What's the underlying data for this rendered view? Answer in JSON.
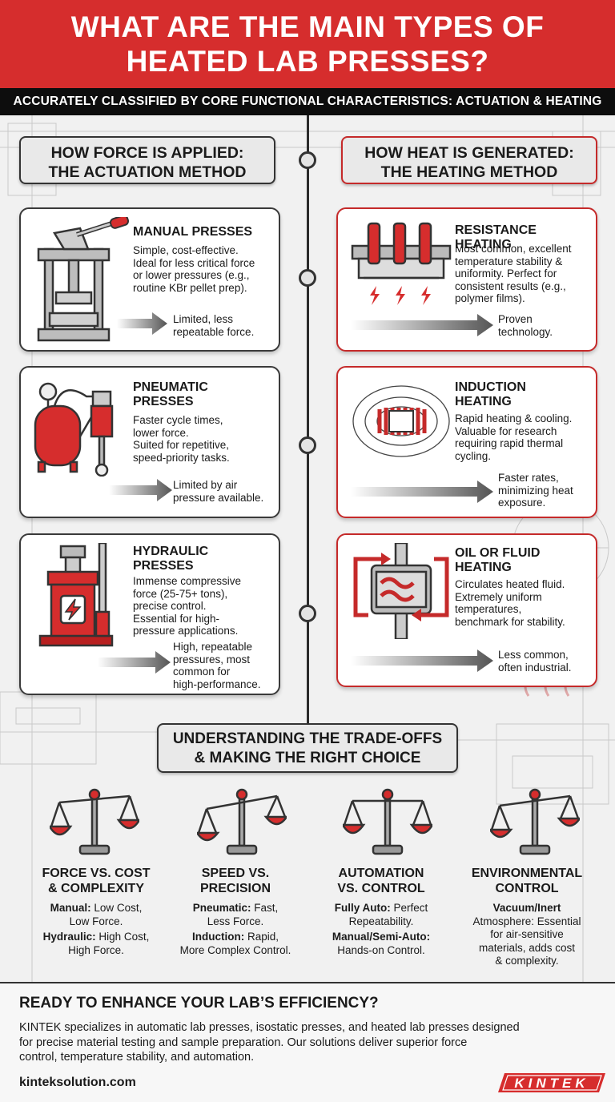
{
  "header": {
    "title_line1": "WHAT ARE THE MAIN TYPES OF",
    "title_line2": "HEATED LAB PRESSES?",
    "subtitle": "ACCURATELY CLASSIFIED BY CORE FUNCTIONAL CHARACTERISTICS: ACTUATION & HEATING"
  },
  "left_section": {
    "heading_line1": "HOW FORCE IS APPLIED:",
    "heading_line2": "THE ACTUATION METHOD",
    "cards": [
      {
        "title_lines": [
          "MANUAL PRESSES"
        ],
        "desc_lines": [
          "Simple, cost-effective.",
          "Ideal for less critical force",
          "or lower pressures (e.g.,",
          "routine KBr pellet prep)."
        ],
        "result_lines": [
          "Limited, less",
          "repeatable force."
        ]
      },
      {
        "title_lines": [
          "PNEUMATIC",
          "PRESSES"
        ],
        "desc_lines": [
          "Faster cycle times,",
          "lower force.",
          "Suited for repetitive,",
          "speed-priority tasks."
        ],
        "result_lines": [
          "Limited by air",
          "pressure available."
        ]
      },
      {
        "title_lines": [
          "HYDRAULIC",
          "PRESSES"
        ],
        "desc_lines": [
          "Immense compressive",
          "force (25-75+ tons),",
          "precise control.",
          "Essential for high-",
          "pressure applications."
        ],
        "result_lines": [
          "High, repeatable",
          "pressures, most",
          "common for",
          "high-performance."
        ]
      }
    ]
  },
  "right_section": {
    "heading_line1": "HOW HEAT IS GENERATED:",
    "heading_line2": "THE HEATING METHOD",
    "cards": [
      {
        "title_lines": [
          "RESISTANCE HEATING"
        ],
        "desc_lines": [
          "Most common, excellent",
          "temperature stability &",
          "uniformity. Perfect for",
          "consistent results (e.g.,",
          "polymer films)."
        ],
        "result_lines": [
          "Proven",
          "technology."
        ]
      },
      {
        "title_lines": [
          "INDUCTION",
          "HEATING"
        ],
        "desc_lines": [
          "Rapid heating & cooling.",
          "Valuable for research",
          "requiring rapid thermal",
          "cycling."
        ],
        "result_lines": [
          "Faster rates,",
          "minimizing heat",
          "exposure."
        ]
      },
      {
        "title_lines": [
          "OIL OR FLUID",
          "HEATING"
        ],
        "desc_lines": [
          "Circulates heated fluid.",
          "Extremely uniform",
          "temperatures,",
          "benchmark for stability."
        ],
        "result_lines": [
          "Less common,",
          "often industrial."
        ]
      }
    ]
  },
  "tradeoffs": {
    "heading_line1": "UNDERSTANDING THE TRADE-OFFS",
    "heading_line2": "& MAKING THE RIGHT CHOICE",
    "items": [
      {
        "title_lines": [
          "FORCE VS. COST",
          "& COMPLEXITY"
        ],
        "groups": [
          {
            "bold": "Manual:",
            "text_lines": [
              " Low Cost,",
              "Low Force."
            ]
          },
          {
            "bold": "Hydraulic:",
            "text_lines": [
              " High Cost,",
              "High Force."
            ]
          }
        ]
      },
      {
        "title_lines": [
          "SPEED VS.",
          "PRECISION"
        ],
        "groups": [
          {
            "bold": "Pneumatic:",
            "text_lines": [
              " Fast,",
              "Less Force."
            ]
          },
          {
            "bold": "Induction:",
            "text_lines": [
              " Rapid,",
              "More Complex Control."
            ]
          }
        ]
      },
      {
        "title_lines": [
          "AUTOMATION",
          "VS. CONTROL"
        ],
        "groups": [
          {
            "bold": "Fully Auto:",
            "text_lines": [
              " Perfect",
              "Repeatability."
            ]
          },
          {
            "bold": "Manual/Semi-Auto:",
            "text_lines": [
              "",
              "Hands-on Control."
            ]
          }
        ]
      },
      {
        "title_lines": [
          "ENVIRONMENTAL",
          "CONTROL"
        ],
        "groups": [
          {
            "bold": "Vacuum/Inert",
            "text_lines": [
              "",
              "Atmosphere: Essential",
              "for air-sensitive",
              "materials, adds cost",
              "& complexity."
            ]
          }
        ]
      }
    ]
  },
  "footer": {
    "title": "READY TO ENHANCE YOUR LAB’S EFFICIENCY?",
    "text_lines": [
      "KINTEK specializes in automatic lab presses, isostatic presses, and heated lab presses designed",
      "for precise material testing and sample preparation. Our solutions deliver superior force",
      "control, temperature stability, and automation."
    ],
    "url": "kinteksolution.com",
    "logo_text": "KINTEK"
  },
  "colors": {
    "brand_red": "#d62d2d",
    "dark": "#0d0d0d",
    "accent_liquid": "#c8202a"
  },
  "icons": {
    "left_cards": [
      "manual-press-icon",
      "pneumatic-press-icon",
      "hydraulic-jack-icon"
    ],
    "right_cards": [
      "resistance-heater-icon",
      "induction-coil-icon",
      "fluid-heating-icon"
    ],
    "tradeoffs": "balance-scale-icon"
  }
}
